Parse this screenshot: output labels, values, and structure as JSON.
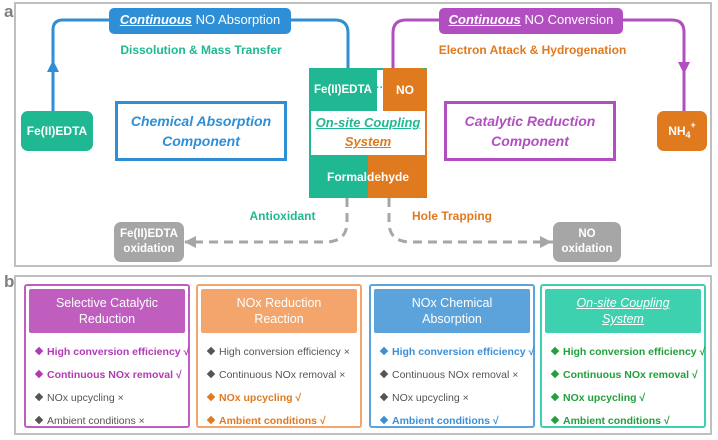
{
  "panel_a": {
    "label": "a",
    "absorption_title_em": "Continuous",
    "absorption_title_rest": " NO Absorption",
    "conversion_title_em": "Continuous",
    "conversion_title_rest": " NO Conversion",
    "dissolution_label": "Dissolution & Mass Transfer",
    "electron_label": "Electron Attack & Hydrogenation",
    "fe_edta_left": "Fe(II)EDTA",
    "nh4": "NH",
    "nh4_sub": "4",
    "nh4_sup": "+",
    "absorption_component_l1": "Chemical Absorption",
    "absorption_component_l2": "Component",
    "reduction_component_l1": "Catalytic Reduction",
    "reduction_component_l2": "Component",
    "center_fe": "Fe(II)EDTA",
    "center_dots": "···",
    "center_no": "NO",
    "coupling_l1": "On-site Coupling",
    "coupling_l2": "System",
    "formaldehyde": "Formaldehyde",
    "antioxidant": "Antioxidant",
    "hole_trapping": "Hole Trapping",
    "fe_oxidation_l1": "Fe(II)EDTA",
    "fe_oxidation_l2": "oxidation",
    "no_oxidation_l1": "NO",
    "no_oxidation_l2": "oxidation"
  },
  "panel_b": {
    "label": "b",
    "cards": [
      {
        "title_l1": "Selective Catalytic",
        "title_l2": "Reduction",
        "title_italic": false,
        "color": "#c05ec0",
        "items": [
          {
            "text": "High conversion efficiency √",
            "good": true
          },
          {
            "text": "Continuous NOx removal √",
            "good": true
          },
          {
            "text": "NOx upcycling ×",
            "good": false
          },
          {
            "text": "Ambient conditions ×",
            "good": false
          }
        ]
      },
      {
        "title_l1": "NOx Reduction",
        "title_l2": "Reaction",
        "title_italic": false,
        "color": "#f3a56b",
        "items": [
          {
            "text": "High conversion efficiency ×",
            "good": false
          },
          {
            "text": "Continuous NOx removal ×",
            "good": false
          },
          {
            "text": "NOx upcycling √",
            "good": true
          },
          {
            "text": "Ambient conditions √",
            "good": true
          }
        ]
      },
      {
        "title_l1": "NOx Chemical",
        "title_l2": "Absorption",
        "title_italic": false,
        "color": "#5ba3da",
        "items": [
          {
            "text": "High conversion efficiency √",
            "good": true
          },
          {
            "text": "Continuous NOx removal ×",
            "good": false
          },
          {
            "text": "NOx upcycling ×",
            "good": false
          },
          {
            "text": "Ambient conditions √",
            "good": true
          }
        ]
      },
      {
        "title_l1": "On-site Coupling",
        "title_l2": "System",
        "title_italic": true,
        "color": "#3dd1b0",
        "items": [
          {
            "text": "High conversion efficiency √",
            "good": true
          },
          {
            "text": "Continuous NOx removal √",
            "good": true
          },
          {
            "text": "NOx upcycling √",
            "good": true
          },
          {
            "text": "Ambient conditions √",
            "good": true
          }
        ]
      }
    ]
  },
  "colors": {
    "blue": "#2e8fd6",
    "purple": "#b24fc0",
    "teal": "#1fb893",
    "orange": "#e07a1e",
    "gray": "#a6a6a6",
    "green": "#22a03c",
    "scr_text": "#b13bb4",
    "red_text": "#e07a1e",
    "abs_text": "#3a8fd6"
  }
}
